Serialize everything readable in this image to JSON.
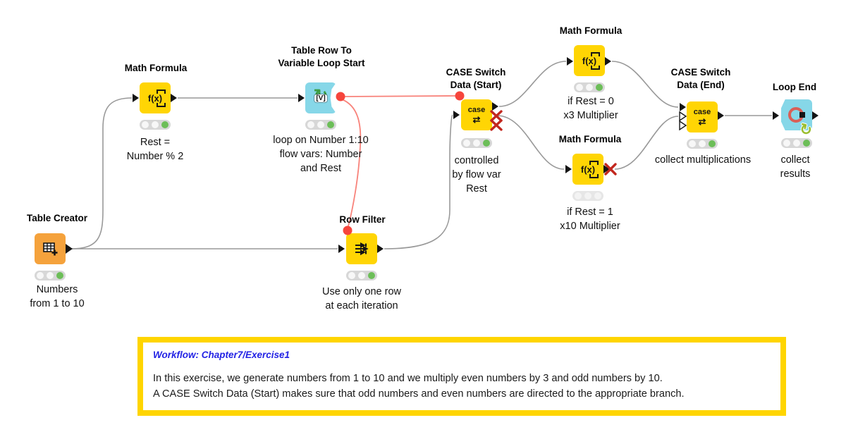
{
  "workflow": {
    "nodes": [
      {
        "id": "table-creator",
        "title_lines": [
          "Table Creator"
        ],
        "sub_lines": [
          "Numbers",
          "from 1 to 10"
        ],
        "icon": "table-plus-icon",
        "status": "executed"
      },
      {
        "id": "math-formula-1",
        "title_lines": [
          "Math Formula"
        ],
        "sub_lines": [
          "Rest =",
          "Number % 2"
        ],
        "icon": "fx-icon",
        "status": "executed"
      },
      {
        "id": "table-row-to-variable-loop-start",
        "title_lines": [
          "Table Row To",
          "Variable Loop Start"
        ],
        "sub_lines": [
          "loop on Number 1:10",
          "flow vars: Number",
          "and Rest"
        ],
        "icon": "loop-start-icon",
        "status": "executed"
      },
      {
        "id": "row-filter",
        "title_lines": [
          "Row Filter"
        ],
        "sub_lines": [
          "Use only one row",
          "at each iteration"
        ],
        "icon": "row-filter-icon",
        "status": "executed"
      },
      {
        "id": "case-switch-data-start",
        "title_lines": [
          "CASE Switch",
          "Data (Start)"
        ],
        "sub_lines": [
          "controlled",
          "by flow var",
          "Rest"
        ],
        "icon": "case-switch-icon",
        "status": "executed"
      },
      {
        "id": "math-formula-even",
        "title_lines": [
          "Math Formula"
        ],
        "sub_lines": [
          "if Rest = 0",
          "x3 Multiplier"
        ],
        "icon": "fx-icon",
        "status": "executed"
      },
      {
        "id": "math-formula-odd",
        "title_lines": [
          "Math Formula"
        ],
        "sub_lines": [
          "if Rest = 1",
          "x10 Multiplier"
        ],
        "icon": "fx-icon",
        "status": "inactive"
      },
      {
        "id": "case-switch-data-end",
        "title_lines": [
          "CASE Switch",
          "Data (End)"
        ],
        "sub_lines": [
          "collect multiplications"
        ],
        "icon": "case-switch-icon",
        "status": "executed"
      },
      {
        "id": "loop-end",
        "title_lines": [
          "Loop End"
        ],
        "sub_lines": [
          "collect",
          "results"
        ],
        "icon": "loop-end-icon",
        "status": "executed"
      }
    ],
    "icon_text": {
      "fx": "f(x)",
      "case_label": "case",
      "case_arrows": "⇄",
      "loop_start_var": "[V]",
      "loop_refresh": "↻"
    },
    "annotation": {
      "title": "Workflow: Chapter7/Exercise1",
      "body_lines": [
        "In this exercise, we generate numbers from 1 to 10 and we multiply even numbers by 3 and odd numbers by 10.",
        "A CASE Switch Data (Start) makes sure that odd numbers and even numbers are directed to the appropriate branch."
      ]
    },
    "colors": {
      "node_yellow": "#FFD504",
      "node_orange": "#F5A23C",
      "node_cyan": "#86D7E8",
      "port_red": "#F6453C",
      "wire_red": "#F8837B",
      "wire_gray": "#999999",
      "status_green": "#6CBE58",
      "inactive_x": "#C2271E",
      "annotation_border": "#FFD500",
      "annotation_title": "#2323E5"
    }
  }
}
